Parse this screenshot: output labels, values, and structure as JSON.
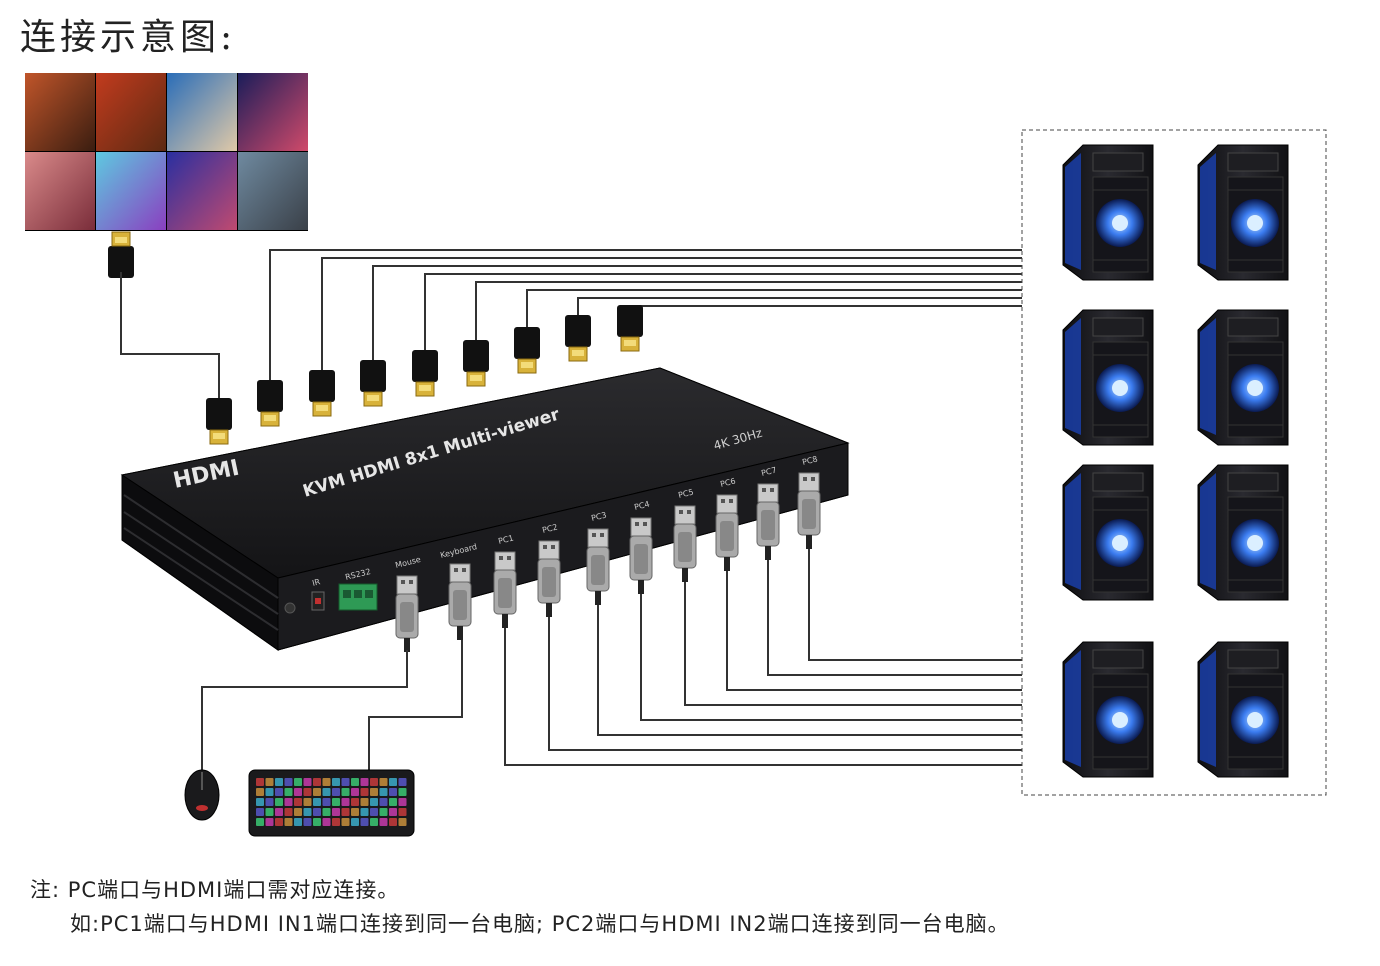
{
  "title": "连接示意图:",
  "device": {
    "brand_logo": "HDMI",
    "model_label": "KVM  HDMI 8x1 Multi-viewer",
    "resolution_badge": "4K 30Hz",
    "front_ports": {
      "ir": "IR",
      "rs232": "RS232",
      "mouse": "Mouse",
      "keyboard": "Keyboard",
      "pc_ports": [
        "PC1",
        "PC2",
        "PC3",
        "PC4",
        "PC5",
        "PC6",
        "PC7",
        "PC8"
      ]
    }
  },
  "monitor_tiles": [
    {
      "color_a": "#c0552a",
      "color_b": "#3a1d10"
    },
    {
      "color_a": "#c23b1e",
      "color_b": "#5c2a12"
    },
    {
      "color_a": "#2a6db8",
      "color_b": "#e0c9a8"
    },
    {
      "color_a": "#1b1d5a",
      "color_b": "#d04a6a"
    },
    {
      "color_a": "#d98a8a",
      "color_b": "#7a2d3a"
    },
    {
      "color_a": "#5ec9e0",
      "color_b": "#8a3fc0"
    },
    {
      "color_a": "#2a2fa0",
      "color_b": "#c04a70"
    },
    {
      "color_a": "#6f8aa0",
      "color_b": "#3a4048"
    }
  ],
  "computers": 8,
  "notes": {
    "line1": "注: PC端口与HDMI端口需对应连接。",
    "line2": "如:PC1端口与HDMI IN1端口连接到同一台电脑; PC2端口与HDMI IN2端口连接到同一台电脑。"
  },
  "colors": {
    "device_body": "#1c1c1e",
    "cable": "#333333",
    "hdmi_gold": "#d8b23a",
    "pc_accent": "#2f6fe0"
  }
}
